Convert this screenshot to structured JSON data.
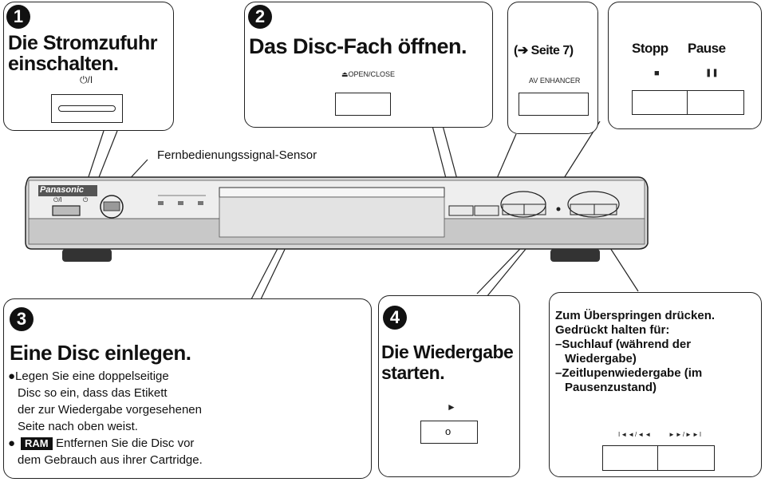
{
  "step1": {
    "number": "1",
    "title_line1": "Die Stromzufuhr",
    "title_line2": "einschalten.",
    "power_symbol": "⏻/I"
  },
  "step2": {
    "number": "2",
    "title": "Das Disc-Fach öffnen.",
    "open_close_label": "⏏OPEN/CLOSE"
  },
  "av_enhancer": {
    "ref": "(➔ Seite 7)",
    "label": "AV ENHANCER"
  },
  "stop_pause": {
    "stop_label": "Stopp",
    "pause_label": "Pause",
    "stop_symbol": "■",
    "pause_symbol": "❚❚"
  },
  "sensor_label": "Fernbedienungssignal-Sensor",
  "player": {
    "brand": "Panasonic",
    "power_small": "⏻/I",
    "standby_small": "⏻"
  },
  "step3": {
    "number": "3",
    "title": "Eine Disc einlegen.",
    "bullet1_line1": "●Legen Sie eine doppelseitige",
    "bullet1_line2": "Disc so ein, dass das Etikett",
    "bullet1_line3": "der zur Wiedergabe vorgesehenen",
    "bullet1_line4": "Seite nach oben weist.",
    "bullet2_badge": "RAM",
    "bullet2_line1": "Entfernen Sie die Disc vor",
    "bullet2_line2": "dem Gebrauch aus ihrer Cartridge."
  },
  "step4": {
    "number": "4",
    "title_line1": "Die Wiedergabe",
    "title_line2": "starten.",
    "play_symbol": "►",
    "button_dot": "o"
  },
  "skip": {
    "line1": "Zum Überspringen drücken.",
    "line2": "Gedrückt halten für:",
    "line3": "–Suchlauf (während der",
    "line4": "Wiedergabe)",
    "line5": "–Zeitlupenwiedergabe (im",
    "line6": "Pausenzustand)",
    "back_label": "I◄◄/◄◄",
    "fwd_label": "►►/►►I"
  }
}
